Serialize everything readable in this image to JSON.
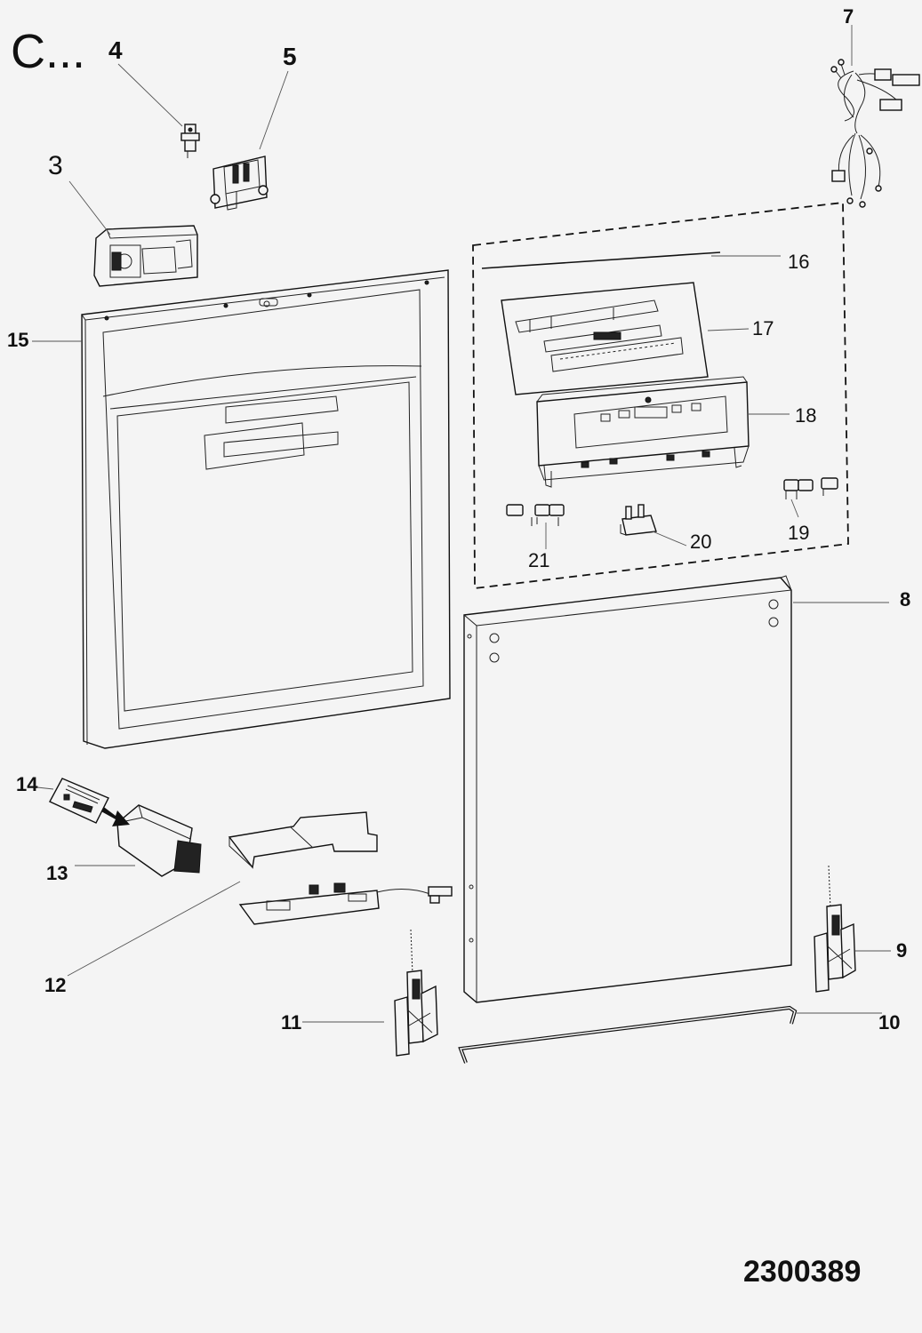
{
  "header_mark": "C...",
  "drawing_number": "2300389",
  "parts": [
    {
      "id": "p3",
      "number": "3"
    },
    {
      "id": "p4",
      "number": "4"
    },
    {
      "id": "p5",
      "number": "5"
    },
    {
      "id": "p7",
      "number": "7"
    },
    {
      "id": "p8",
      "number": "8"
    },
    {
      "id": "p9",
      "number": "9"
    },
    {
      "id": "p10",
      "number": "10"
    },
    {
      "id": "p11",
      "number": "11"
    },
    {
      "id": "p12",
      "number": "12"
    },
    {
      "id": "p13",
      "number": "13"
    },
    {
      "id": "p14",
      "number": "14"
    },
    {
      "id": "p15",
      "number": "15"
    },
    {
      "id": "p16",
      "number": "16"
    },
    {
      "id": "p17",
      "number": "17"
    },
    {
      "id": "p18",
      "number": "18"
    },
    {
      "id": "p19",
      "number": "19"
    },
    {
      "id": "p20",
      "number": "20"
    },
    {
      "id": "p21",
      "number": "21"
    }
  ],
  "colors": {
    "header_mark": "#e31b1b",
    "line": "#111111",
    "background": "#f4f4f4"
  }
}
